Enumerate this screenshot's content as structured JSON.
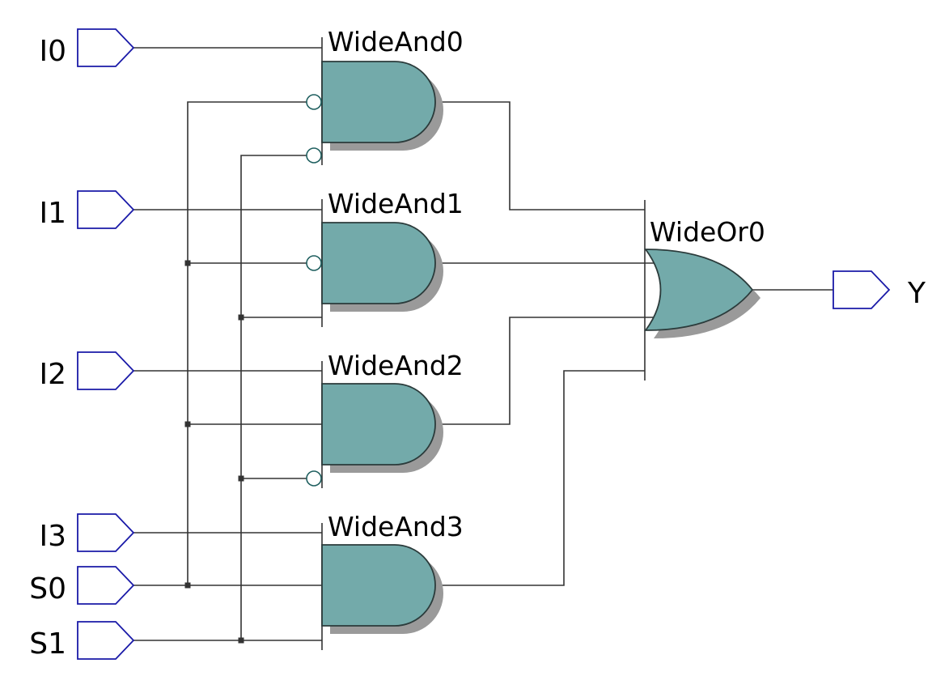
{
  "inputs": {
    "i0": "I0",
    "i1": "I1",
    "i2": "I2",
    "i3": "I3",
    "s0": "S0",
    "s1": "S1"
  },
  "output": {
    "y": "Y"
  },
  "gates": {
    "and0": "WideAnd0",
    "and1": "WideAnd1",
    "and2": "WideAnd2",
    "and3": "WideAnd3",
    "or0": "WideOr0"
  },
  "colors": {
    "gate_fill": "#73aaaa",
    "port_stroke": "#1a1aa8",
    "wire": "#333333"
  }
}
